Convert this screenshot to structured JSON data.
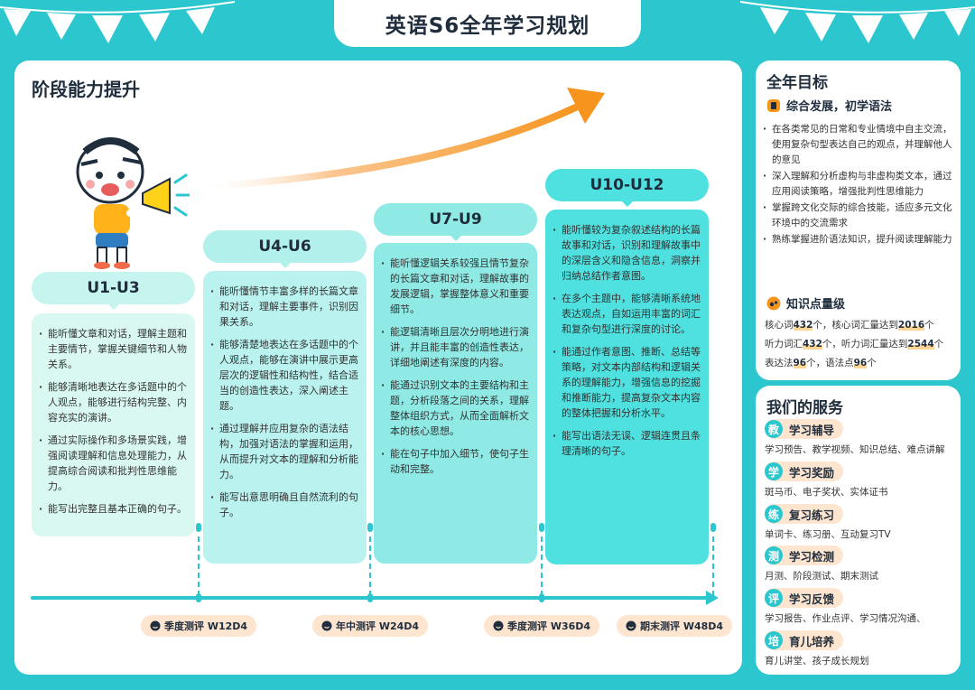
{
  "page": {
    "title": "英语S6全年学习规划"
  },
  "colors": {
    "teal": "#2cc6cf",
    "orange": "#f7941d",
    "peach": "#fde5cf",
    "white": "#ffffff"
  },
  "main": {
    "title": "阶段能力提升",
    "stages": [
      {
        "label": "U1-U3",
        "items": [
          "能听懂文章和对话，理解主题和主要情节，掌握关键细节和人物关系。",
          "能够清晰地表达在多话题中的个人观点，能够进行结构完整、内容充实的演讲。",
          "通过实际操作和多场景实践，增强阅读理解和信息处理能力，从提高综合阅读和批判性思维能力。",
          "能写出完整且基本正确的句子。"
        ]
      },
      {
        "label": "U4-U6",
        "items": [
          "能听懂情节丰富多样的长篇文章和对话，理解主要事件，识别因果关系。",
          "能够清楚地表达在多话题中的个人观点，能够在演讲中展示更高层次的逻辑性和结构性，结合适当的创造性表达，深入阐述主题。",
          "通过理解并应用复杂的语法结构，加强对语法的掌握和运用，从而提升对文本的理解和分析能力。",
          "能写出意思明确且自然流利的句子。"
        ]
      },
      {
        "label": "U7-U9",
        "items": [
          "能听懂逻辑关系较强且情节复杂的长篇文章和对话，理解故事的发展逻辑，掌握整体意义和重要细节。",
          "能逻辑清晰且层次分明地进行演讲，并且能丰富的创造性表达，详细地阐述有深度的内容。",
          "能通过识别文本的主要结构和主题，分析段落之间的关系，理解整体组织方式，从而全面解析文本的核心思想。",
          "能在句子中加入细节，使句子生动和完整。"
        ]
      },
      {
        "label": "U10-U12",
        "items": [
          "能听懂较为复杂叙述结构的长篇故事和对话，识别和理解故事中的深层含义和隐含信息，洞察并归纳总结作者意图。",
          "在多个主题中，能够清晰系统地表达观点，自如运用丰富的词汇和复杂句型进行深度的讨论。",
          "能通过作者意图、推断、总结等策略，对文本内部结构和逻辑关系的理解能力，增强信息的挖掘和推断能力，提高复杂文本内容的整体把握和分析水平。",
          "能写出语法无误、逻辑连贯且条理清晰的句子。"
        ]
      }
    ],
    "milestones": [
      "季度测评 W12D4",
      "年中测评 W24D4",
      "季度测评 W36D4",
      "期末测评 W48D4"
    ]
  },
  "goals": {
    "title": "全年目标",
    "subtitle1": "综合发展，初学语法",
    "items": [
      "在各类常见的日常和专业情境中自主交流，使用复杂句型表达自己的观点，并理解他人的意见",
      "深入理解和分析虚构与非虚构类文本，通过应用阅读策略，增强批判性思维能力",
      "掌握跨文化交际的综合技能，适应多元文化环境中的交流需求",
      "熟练掌握进阶语法知识，提升阅读理解能力"
    ],
    "subtitle2": "知识点量级",
    "vocab": {
      "core_prefix": "核心词",
      "core_new": "432",
      "core_mid": "个，核心词汇量达到",
      "core_total": "2016",
      "core_suffix": "个",
      "listen_prefix": "听力词汇",
      "listen_new": "432",
      "listen_mid": "个，听力词汇量达到",
      "listen_total": "2544",
      "listen_suffix": "个",
      "expr_prefix": "表达法",
      "expr_count": "96",
      "expr_mid": "个，语法点",
      "grammar_count": "96",
      "grammar_suffix": "个"
    }
  },
  "services": {
    "title": "我们的服务",
    "items": [
      {
        "badge": "教",
        "name": "学习辅导",
        "desc": "学习预告、教学视频、知识总结、难点讲解"
      },
      {
        "badge": "学",
        "name": "学习奖励",
        "desc": "斑马币、电子奖状、实体证书"
      },
      {
        "badge": "练",
        "name": "复习练习",
        "desc": "单词卡、练习册、互动复习TV"
      },
      {
        "badge": "测",
        "name": "学习检测",
        "desc": "月测、阶段测试、期末测试"
      },
      {
        "badge": "评",
        "name": "学习反馈",
        "desc": "学习报告、作业点评、学习情况沟通、"
      },
      {
        "badge": "培",
        "name": "育儿培养",
        "desc": "育儿讲堂、孩子成长规划"
      }
    ]
  }
}
